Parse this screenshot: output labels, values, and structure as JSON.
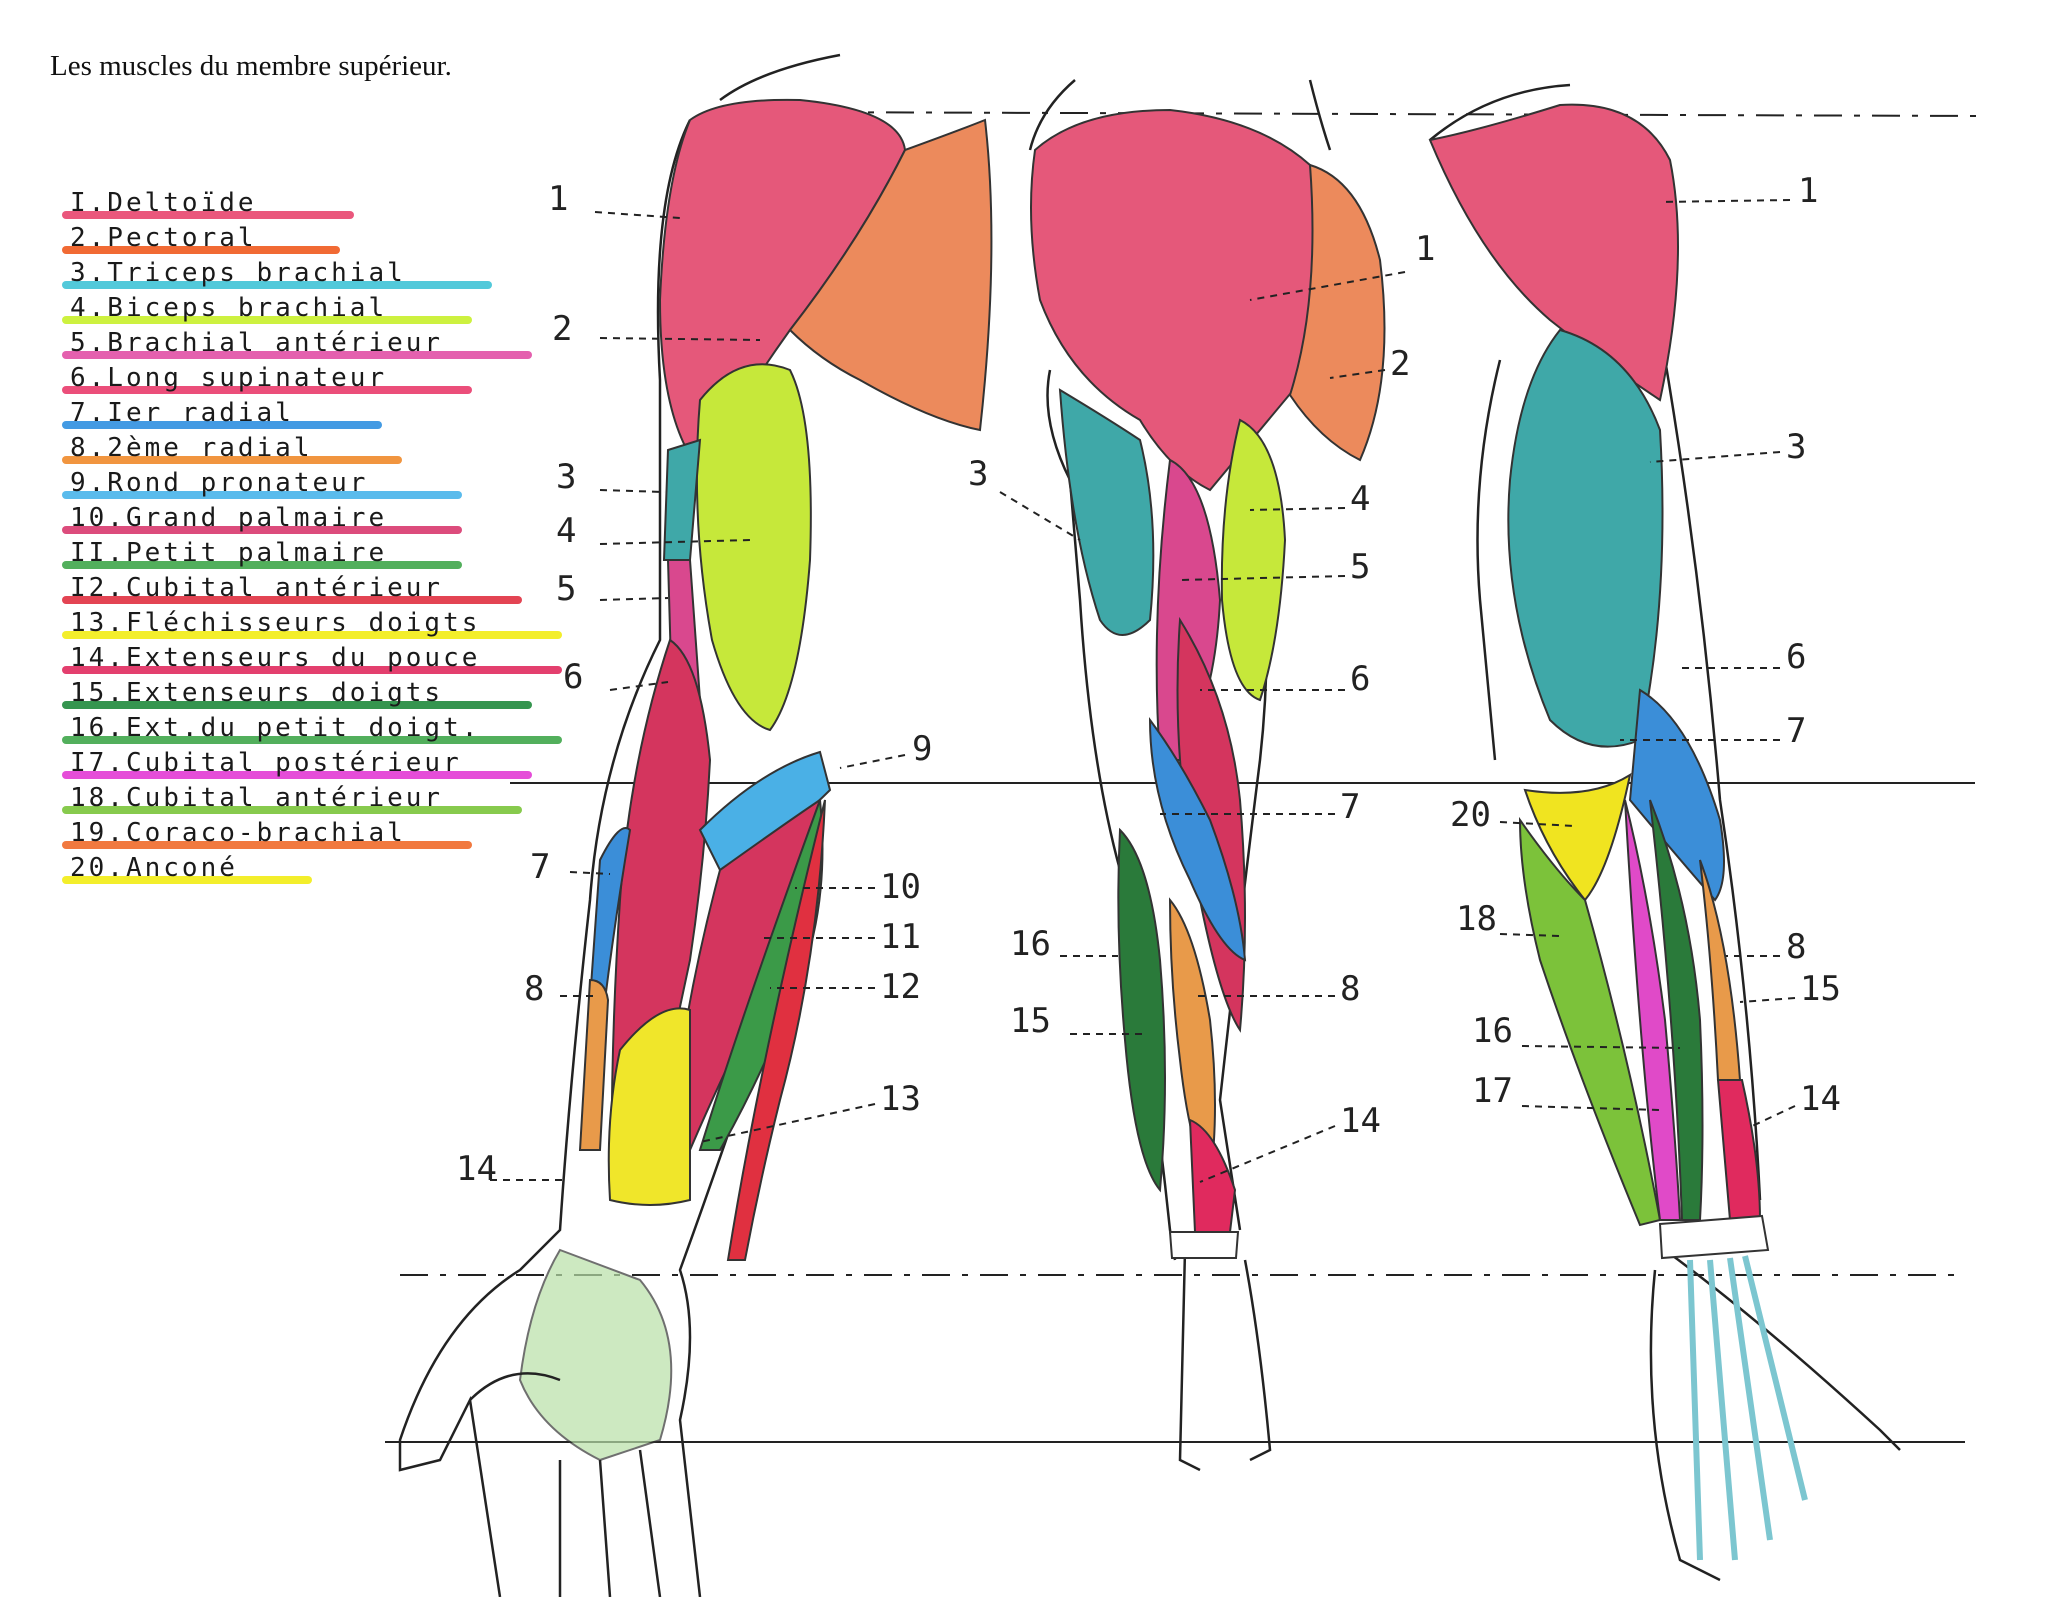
{
  "title": "Les muscles du membre supérieur.",
  "legend": [
    {
      "label": "I.Deltoïde",
      "color": "#e8456e"
    },
    {
      "label": "2.Pectoral",
      "color": "#f05a1e"
    },
    {
      "label": "3.Triceps brachial",
      "color": "#3fc3d6"
    },
    {
      "label": "4.Biceps brachial",
      "color": "#c8ef2a"
    },
    {
      "label": "5.Brachial antérieur",
      "color": "#e14fa5"
    },
    {
      "label": "6.Long supinateur",
      "color": "#e93b6c"
    },
    {
      "label": "7.Ier radial",
      "color": "#2f8fe0"
    },
    {
      "label": "8.2ème radial",
      "color": "#f08a2a"
    },
    {
      "label": "9.Rond pronateur",
      "color": "#48b4ea"
    },
    {
      "label": "10.Grand palmaire",
      "color": "#d8386e"
    },
    {
      "label": "II.Petit palmaire",
      "color": "#3fa64a"
    },
    {
      "label": "I2.Cubital antérieur",
      "color": "#e03040"
    },
    {
      "label": "13.Fléchisseurs doigts",
      "color": "#f2ec14"
    },
    {
      "label": "14.Extenseurs du pouce",
      "color": "#e02a5e"
    },
    {
      "label": "15.Extenseurs doigts",
      "color": "#1f8a3c"
    },
    {
      "label": "16.Ext.du petit doigt.",
      "color": "#3fa64a"
    },
    {
      "label": "I7.Cubital postérieur",
      "color": "#e23ad4"
    },
    {
      "label": "18.Cubital antérieur",
      "color": "#7ac43a"
    },
    {
      "label": "19.Coraco-brachial",
      "color": "#f06a2a"
    },
    {
      "label": "20.Anconé",
      "color": "#f2ec14"
    }
  ],
  "numbers": {
    "n1": "1",
    "n2": "2",
    "n3": "3",
    "n4": "4",
    "n5": "5",
    "n6": "6",
    "n7": "7",
    "n8": "8",
    "n9": "9",
    "n10": "10",
    "n11": "11",
    "n12": "12",
    "n13": "13",
    "n14": "14",
    "n15": "15",
    "n16": "16",
    "n17": "17",
    "n18": "18",
    "n20": "20"
  },
  "colors": {
    "deltoid": "#e5587a",
    "pectoral": "#ec8a5c",
    "triceps": "#3fa8a8",
    "biceps": "#c6e83a",
    "brachialis": "#d9488e",
    "supinator": "#d4355e",
    "radial1": "#3b8ed8",
    "radial2": "#e89a4a",
    "pronator": "#4ab0e6",
    "flexor_green": "#3b9a48",
    "flexor_yellow": "#f0e62a",
    "extensor_dark": "#2a7a3a",
    "ulnar_post": "#e04ac8",
    "ulnar_ant": "#7cc23a",
    "anconeus": "#f0e420",
    "hand_tint": "#b8e0a8",
    "tendon": "#7cc6d0"
  }
}
